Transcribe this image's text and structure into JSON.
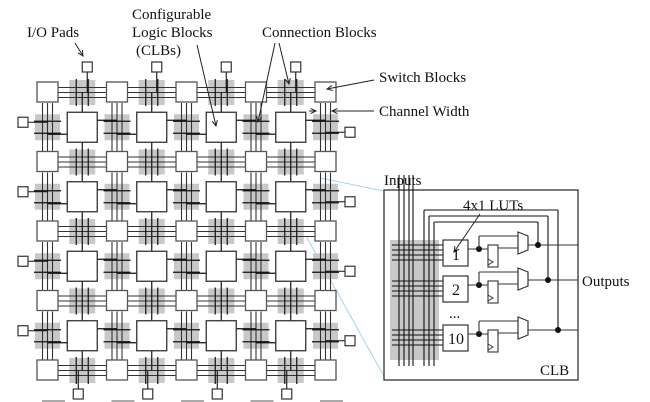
{
  "figure": {
    "title": "FPGA island-style architecture with CLB detail",
    "labels": {
      "io_pads": "I/O Pads",
      "clb_line1": "Configurable",
      "clb_line2": "Logic Blocks",
      "clb_line3": "(CLBs)",
      "connection_blocks": "Connection Blocks",
      "switch_blocks": "Switch Blocks",
      "channel_width": "Channel Width",
      "inputs": "Inputs",
      "luts": "4x1 LUTs",
      "outputs": "Outputs",
      "clb": "CLB",
      "ellipsis": "..."
    },
    "fabric": {
      "switch_block_rows": 5,
      "switch_block_cols": 5,
      "clb_rows": 4,
      "clb_cols": 4,
      "channel_tracks": 3
    },
    "clb_detail": {
      "input_count": 4,
      "feedback_count": 3,
      "luts": [
        {
          "label": "1"
        },
        {
          "label": "2"
        },
        {
          "label": "10"
        }
      ]
    },
    "colors": {
      "line": "#111111",
      "box_stroke": "#444444",
      "shade": "#c8c8c8",
      "zoom_lines": "#a9d3e8"
    }
  }
}
